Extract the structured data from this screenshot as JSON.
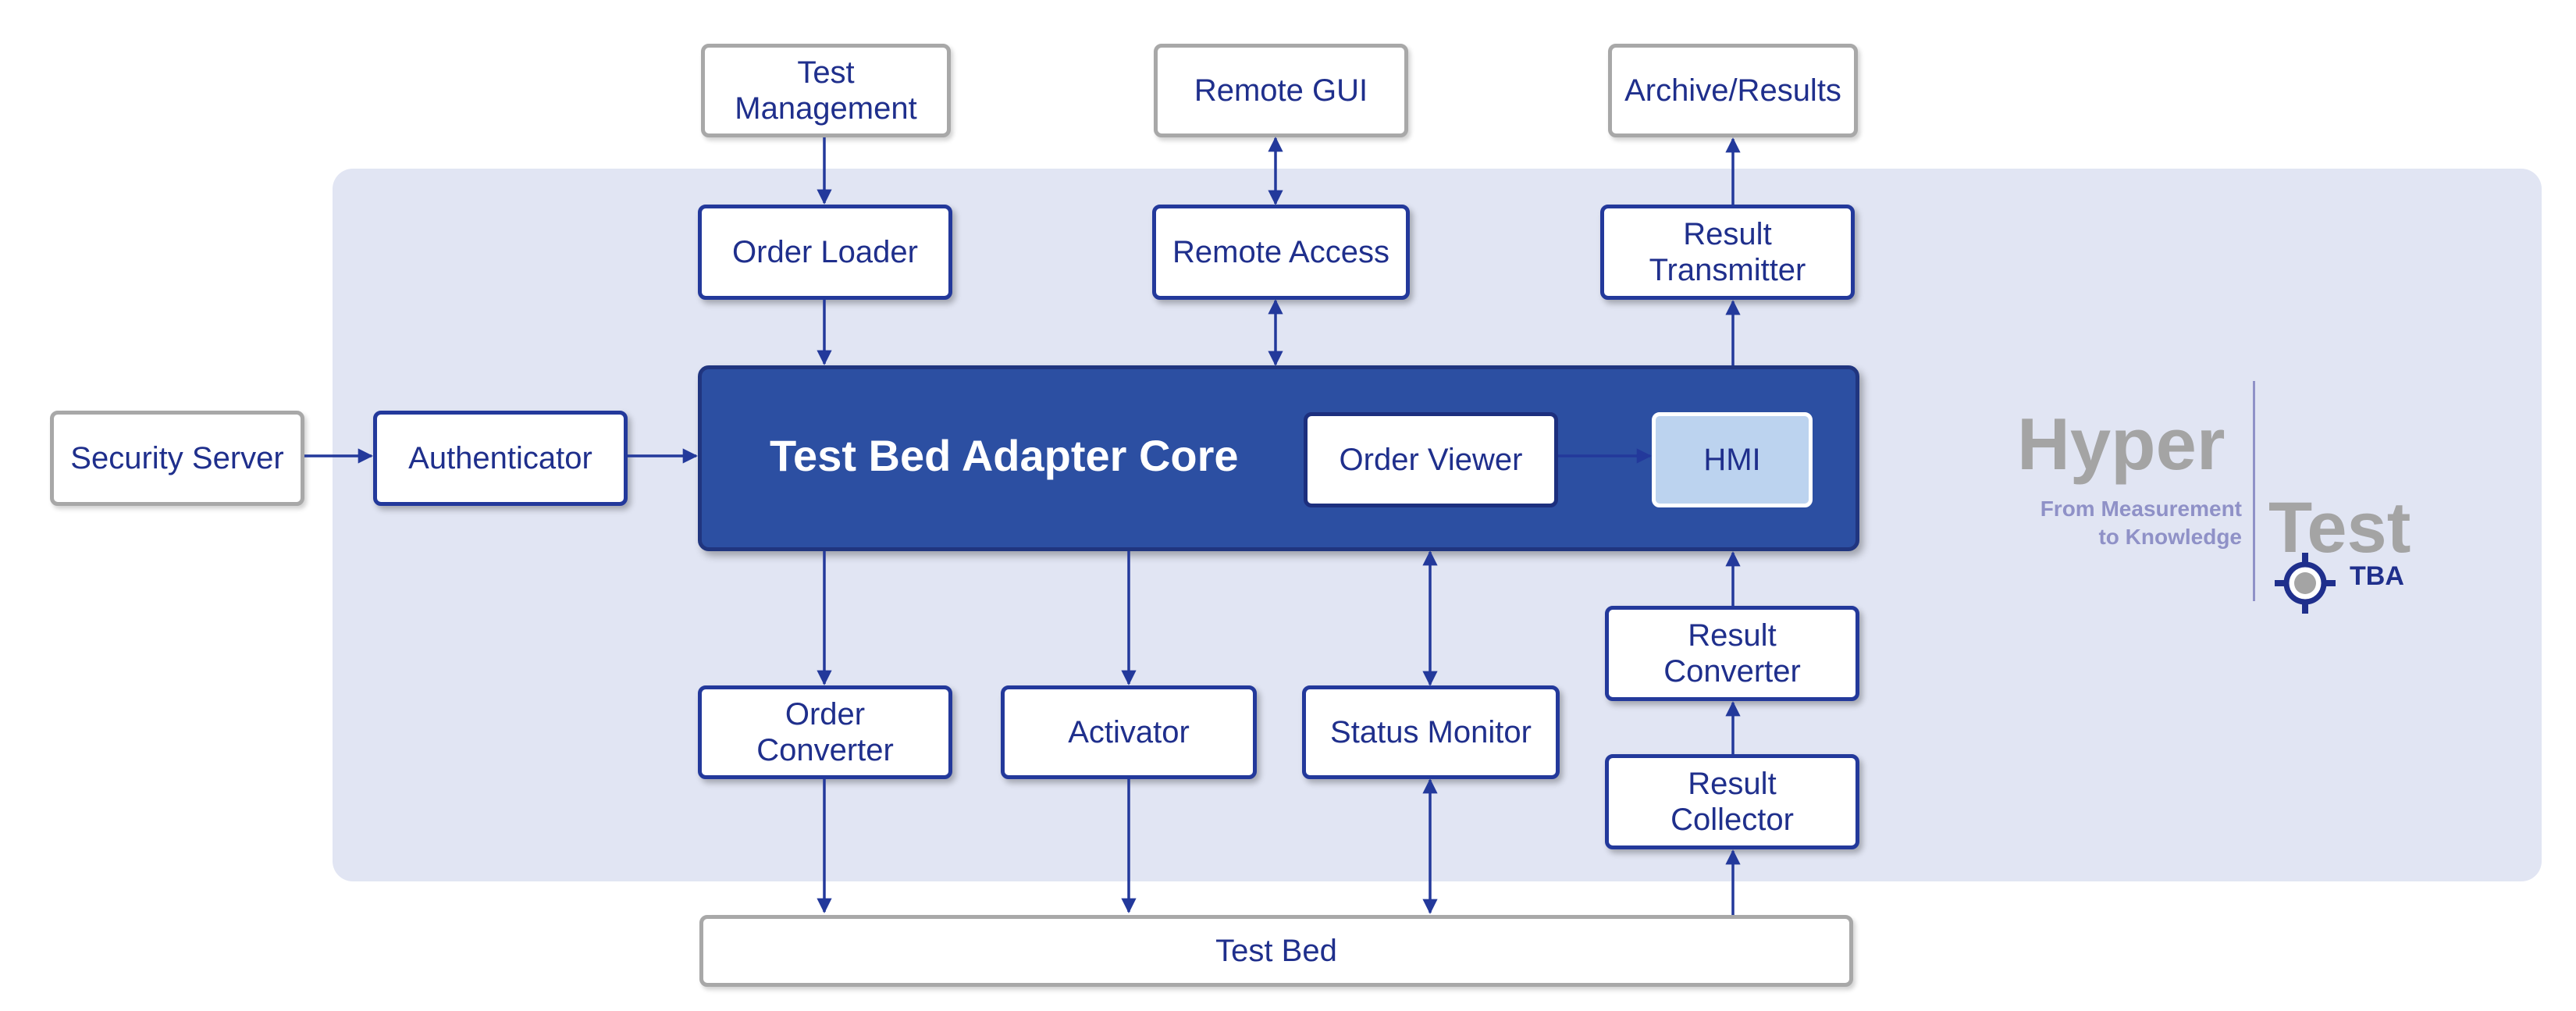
{
  "boxes": {
    "test_management": "Test\nManagement",
    "remote_gui": "Remote GUI",
    "archive_results": "Archive/Results",
    "order_loader": "Order Loader",
    "remote_access": "Remote Access",
    "result_transmitter": "Result\nTransmitter",
    "security_server": "Security Server",
    "authenticator": "Authenticator",
    "core_title": "Test Bed Adapter Core",
    "order_viewer": "Order Viewer",
    "hmi": "HMI",
    "order_converter": "Order\nConverter",
    "activator": "Activator",
    "status_monitor": "Status Monitor",
    "result_converter": "Result\nConverter",
    "result_collector": "Result\nCollector",
    "test_bed": "Test Bed"
  },
  "logo": {
    "hyper": "Hyper",
    "test": "Test",
    "tagline": "From Measurement\nto Knowledge",
    "tba": "TBA"
  },
  "colors": {
    "panel": "#e1e5f3",
    "component_border": "#23399b",
    "core_fill": "#2c4fa2",
    "hmi_fill": "#bcd3ef",
    "external_border": "#a8a8a8",
    "arrow": "#23399b",
    "logo_grey": "#a4a4a4",
    "logo_purple": "#8f91c7"
  }
}
